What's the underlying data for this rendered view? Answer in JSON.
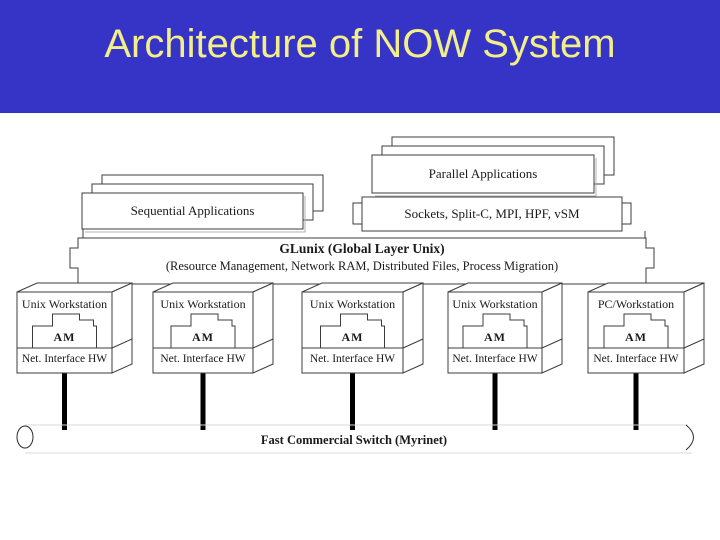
{
  "slide": {
    "title": "Architecture of NOW System",
    "colors": {
      "header_bg": "#3634c6",
      "title_text": "#f2ef8a",
      "line": "#333333",
      "cable": "#000000",
      "switch_line": "#d9d9d9"
    }
  },
  "diagram": {
    "sequential_stack": {
      "label": "Sequential Applications"
    },
    "parallel_stack": {
      "label": "Parallel Applications"
    },
    "middleware": {
      "label": "Sockets, Split-C, MPI, HPF, vSM"
    },
    "glunix": {
      "line1": "GLunix (Global Layer Unix)",
      "line2": "(Resource Management, Network RAM, Distributed Files, Process Migration)"
    },
    "workstations": [
      {
        "label": "Unix Workstation",
        "am": "AM",
        "nic": "Net. Interface HW"
      },
      {
        "label": "Unix Workstation",
        "am": "AM",
        "nic": "Net. Interface HW"
      },
      {
        "label": "Unix Workstation",
        "am": "AM",
        "nic": "Net. Interface HW"
      },
      {
        "label": "Unix Workstation",
        "am": "AM",
        "nic": "Net. Interface HW"
      },
      {
        "label": "PC/Workstation",
        "am": "AM",
        "nic": "Net. Interface HW"
      }
    ],
    "switch": {
      "label": "Fast Commercial Switch (Myrinet)"
    }
  }
}
